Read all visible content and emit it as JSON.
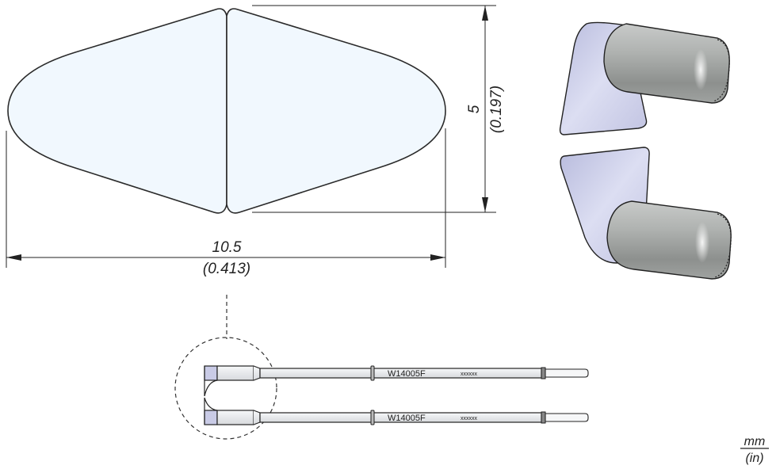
{
  "drawing": {
    "width_dimension": {
      "mm": "10.5",
      "inch": "(0.413)"
    },
    "height_dimension": {
      "mm": "5",
      "inch": "(0.197)"
    },
    "tips": [
      {
        "part_number": "W14005F",
        "code": "xxxxxx"
      },
      {
        "part_number": "W14005F",
        "code": "xxxxxx"
      }
    ],
    "units": {
      "primary": "mm",
      "secondary": "(in)"
    }
  },
  "colors": {
    "blade_fill": "#f1f8fe",
    "outline": "#2a2a2a",
    "tip_face": "#c9cbe6",
    "cylinder": "#a7aaa8",
    "shaft": "#eef0f2"
  }
}
